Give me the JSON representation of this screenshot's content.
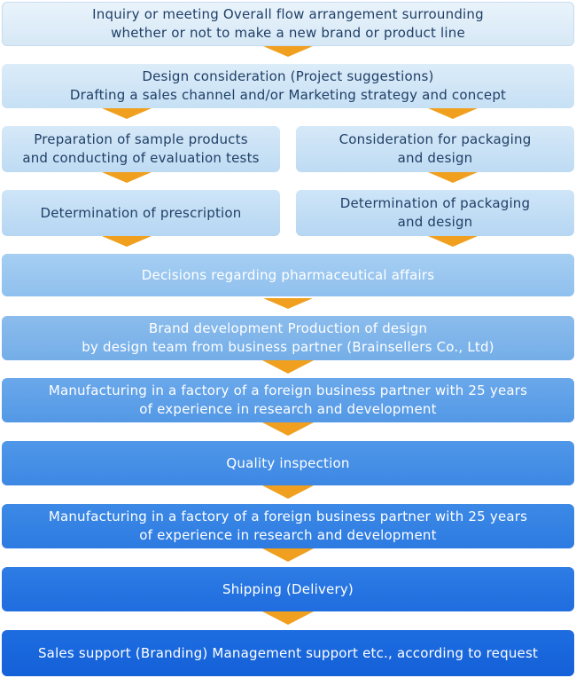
{
  "steps": {
    "inquiry": [
      "Inquiry or meeting  Overall flow arrangement surrounding",
      "whether or not to make a new brand or product line"
    ],
    "design_consideration": [
      "Design consideration (Project suggestions)",
      "Drafting a sales channel and/or Marketing strategy and concept"
    ],
    "sample_preparation": [
      "Preparation of sample products",
      "and conducting of evaluation tests"
    ],
    "packaging_consideration": [
      "Consideration for packaging",
      "and design"
    ],
    "prescription": [
      "Determination of prescription"
    ],
    "packaging_determination": [
      "Determination of packaging",
      "and design"
    ],
    "pharma_decisions": [
      "Decisions regarding pharmaceutical affairs"
    ],
    "brand_development": [
      "Brand development   Production of design",
      "by design team from business partner (Brainsellers Co., Ltd)"
    ],
    "manufacturing_1": [
      "Manufacturing in a factory of a foreign business partner with 25 years",
      "of experience in research and development"
    ],
    "quality": [
      "Quality inspection"
    ],
    "manufacturing_2": [
      "Manufacturing in a factory of a foreign business partner with 25 years",
      "of experience in research and development"
    ],
    "shipping": [
      "Shipping (Delivery)"
    ],
    "sales_support": [
      "Sales support (Branding) Management support etc., according to request"
    ]
  },
  "colors": {
    "arrow": "#f0a01e",
    "text_dark": "#1f3f66",
    "text_light": "#ffffff"
  }
}
